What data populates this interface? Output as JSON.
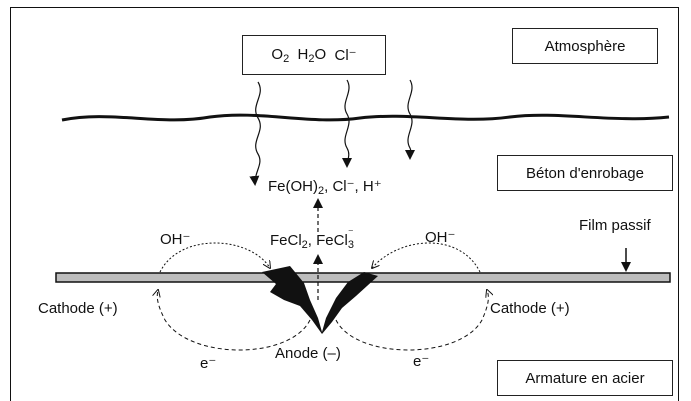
{
  "atmosphere_label": "Atmosphère",
  "concrete_label": "Béton d'enrobage",
  "steel_label": "Armature en acier",
  "passive_film_label": "Film passif",
  "incoming_species": {
    "o2": "O",
    "o2_sub": "2",
    "h2o_h": "H",
    "h2o_sub": "2",
    "h2o_o": "O",
    "cl": "Cl⁻"
  },
  "products": {
    "fe": "Fe(OH)",
    "fe_sub": "2",
    "rest": ", Cl⁻, H⁺"
  },
  "fecl": {
    "a": "FeCl",
    "a_sub": "2",
    "sep": ", FeCl",
    "b": "⁻",
    "b_sub": "3"
  },
  "oh_left": "OH⁻",
  "oh_right": "OH⁻",
  "cathode_left": "Cathode (+)",
  "cathode_right": "Cathode (+)",
  "anode": "Anode (–)",
  "electron_left": "e⁻",
  "electron_right": "e⁻"
}
